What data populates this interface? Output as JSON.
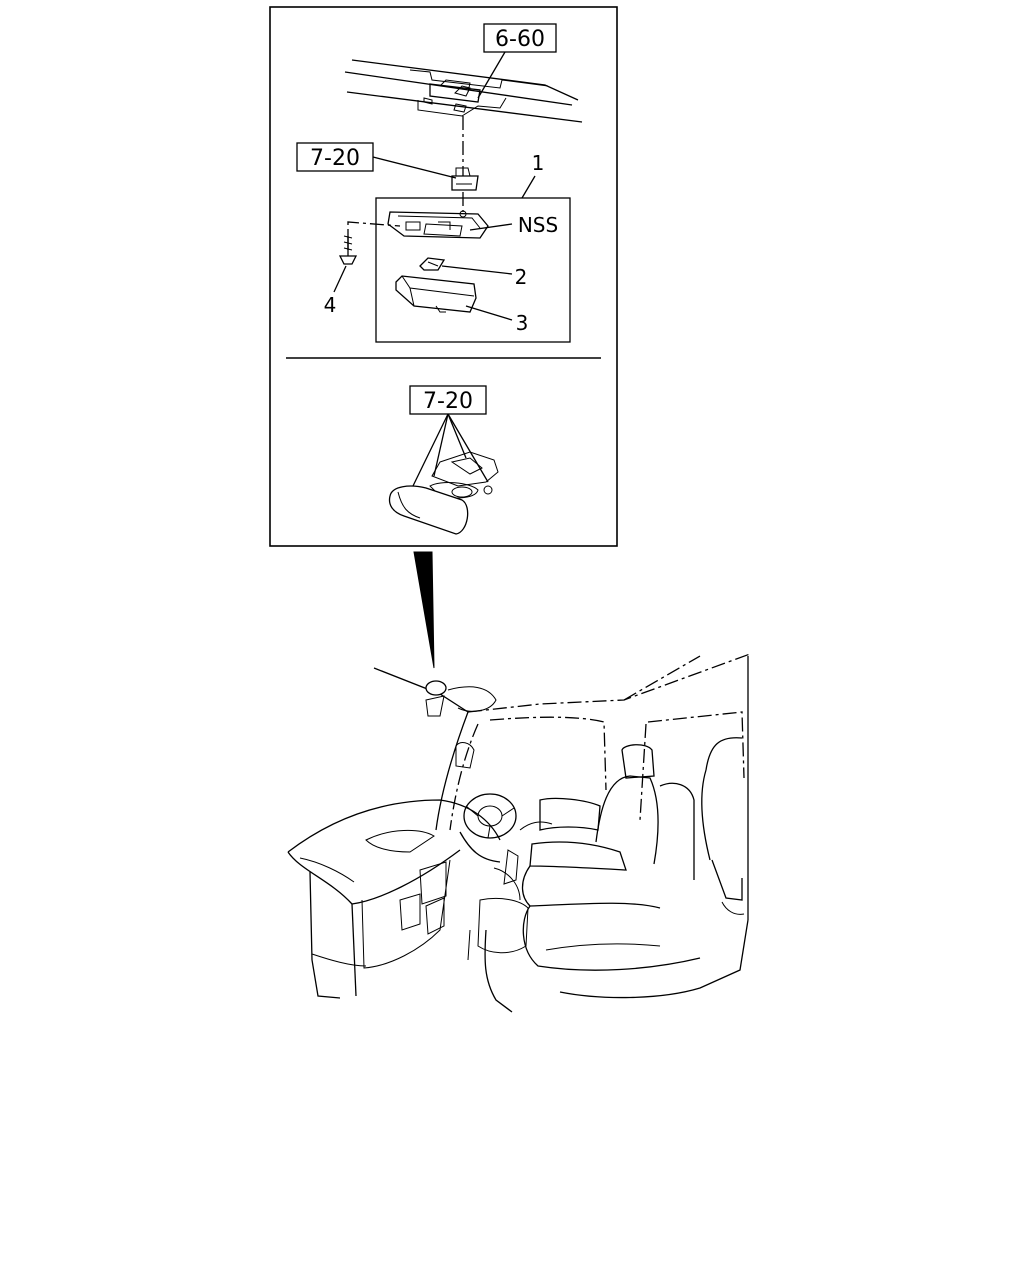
{
  "diagram": {
    "ref_roof": "6-60",
    "ref_mirror_top": "7-20",
    "ref_mirror_bottom": "7-20",
    "label_assembly": "1",
    "label_nss": "NSS",
    "label_bulb": "2",
    "label_lens": "3",
    "label_screw": "4"
  }
}
